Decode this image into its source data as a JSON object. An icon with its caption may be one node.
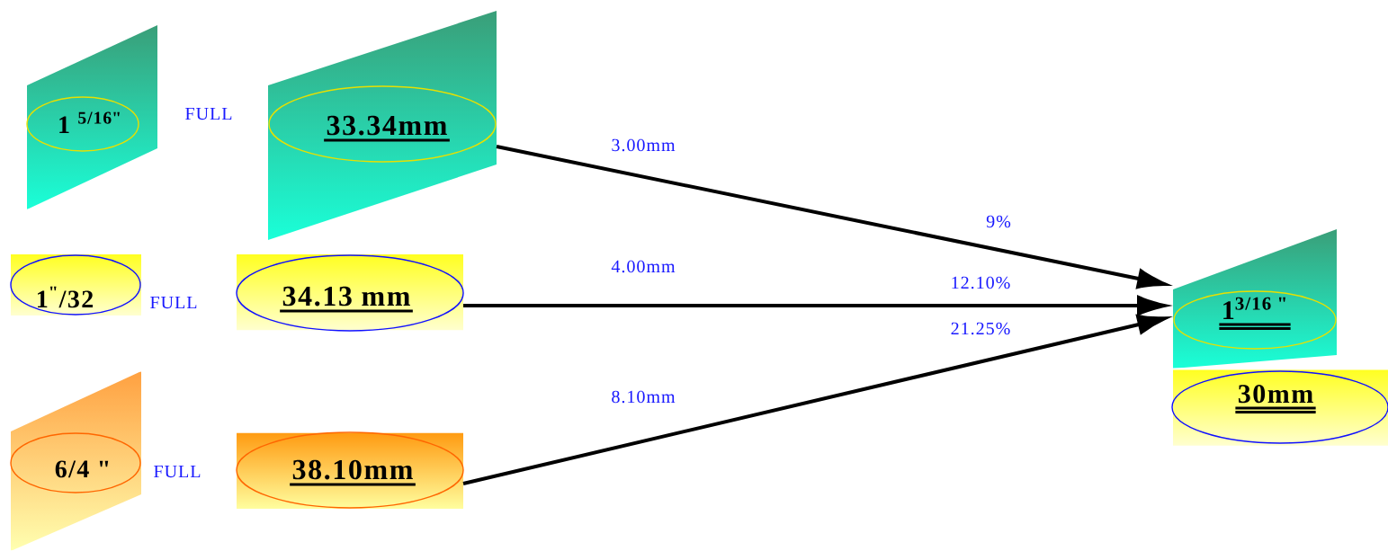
{
  "diagram": {
    "nodes": [
      {
        "text": [
          "1 $^{5/16\"}$"
        ],
        "beside": [
          "FULL"
        ]
      },
      {
        "text": [
          "1$^{\"}$/32"
        ],
        "beside": [
          "FULL"
        ]
      },
      {
        "text": [
          "6/4 \""
        ],
        "beside": [
          "FULL"
        ]
      },
      {
        "text": [
          "33.34mm"
        ]
      },
      {
        "text": [
          "34.13 mm"
        ]
      },
      {
        "text": [
          "38.10mm"
        ]
      },
      {
        "text": [
          "1$^{3/16 \"}$"
        ]
      },
      {
        "text": [
          "30mm"
        ]
      }
    ],
    "edges": [
      {
        "from": 3,
        "to": 6,
        "arrow": "to",
        "label": "3.00mm"
      },
      {
        "from": 4,
        "to": 6,
        "arrow": "to",
        "label": "4.00mm"
      },
      {
        "from": 5,
        "to": 6,
        "arrow": "to",
        "label": "8.10mm"
      }
    ],
    "labels": [
      "9%",
      "12.10%",
      "21.25%"
    ]
  }
}
